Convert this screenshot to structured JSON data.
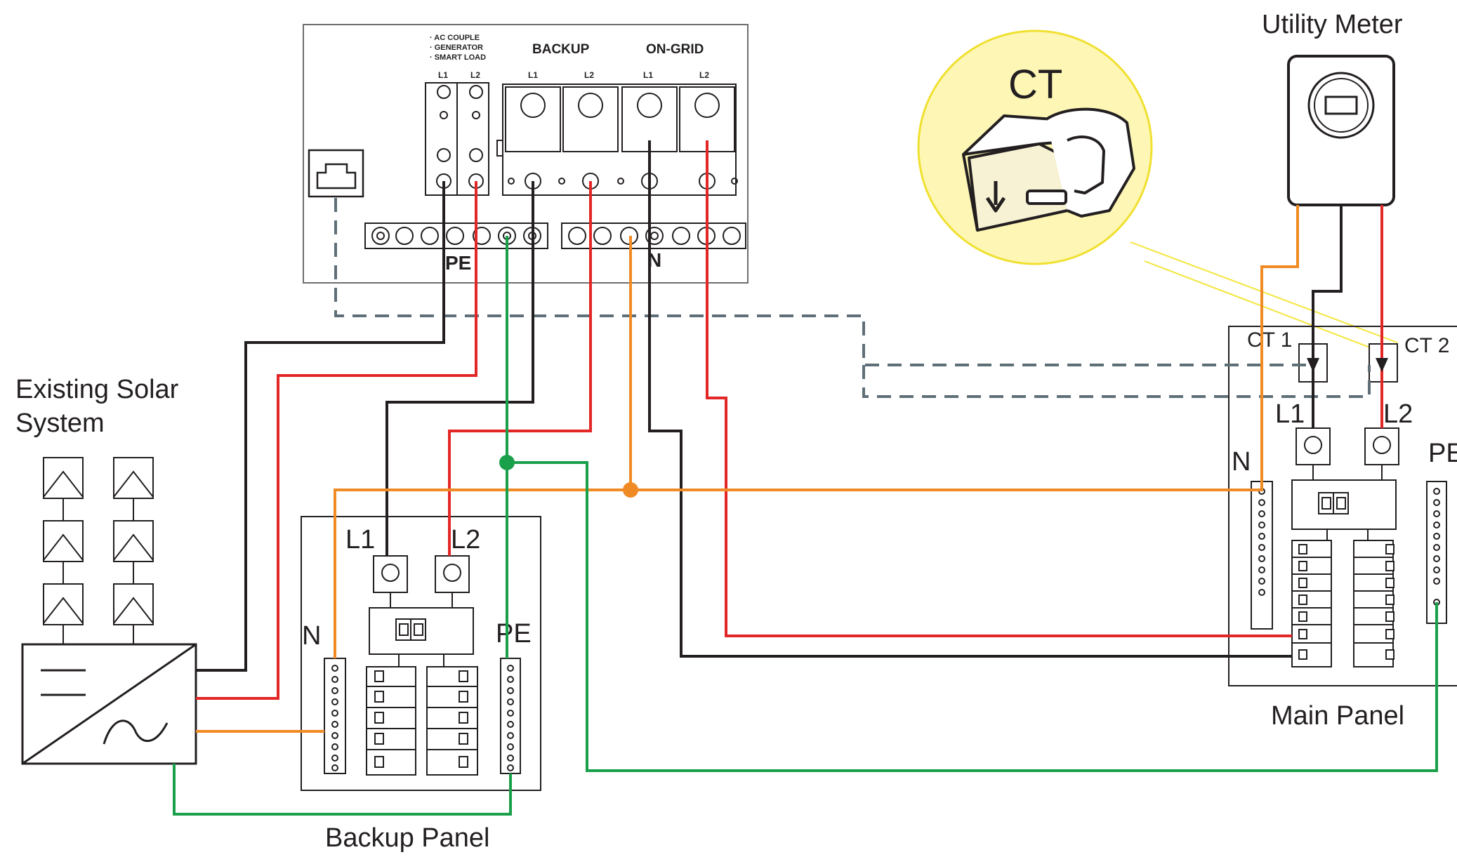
{
  "labels": {
    "utility_meter": "Utility Meter",
    "ct_callout": "CT",
    "existing_solar_line1": "Existing Solar",
    "existing_solar_line2": "System",
    "backup_panel": "Backup Panel",
    "main_panel": "Main Panel",
    "ct1": "CT 1",
    "ct2": "CT 2"
  },
  "inverter_box": {
    "port_list": [
      "· AC COUPLE",
      "· GENERATOR",
      "· SMART LOAD"
    ],
    "backup_header": "BACKUP",
    "ongrid_header": "ON-GRID",
    "terminal_labels": [
      "L1",
      "L2",
      "L1",
      "L2",
      "L1",
      "L2"
    ],
    "pe_bar": "PE",
    "n_bar": "N"
  },
  "backup_panel": {
    "l1": "L1",
    "l2": "L2",
    "n": "N",
    "pe": "PE"
  },
  "main_panel": {
    "l1": "L1",
    "l2": "L2",
    "n": "N",
    "pe": "PE"
  },
  "colors": {
    "line": "#231f20",
    "red": "#e32626",
    "green": "#1aa04a",
    "orange": "#f08a24",
    "dashed": "#5f6f78",
    "callout_fill": "#fdf6b5",
    "callout_stroke": "#f0e030",
    "yellow_line": "#f3e63c"
  }
}
